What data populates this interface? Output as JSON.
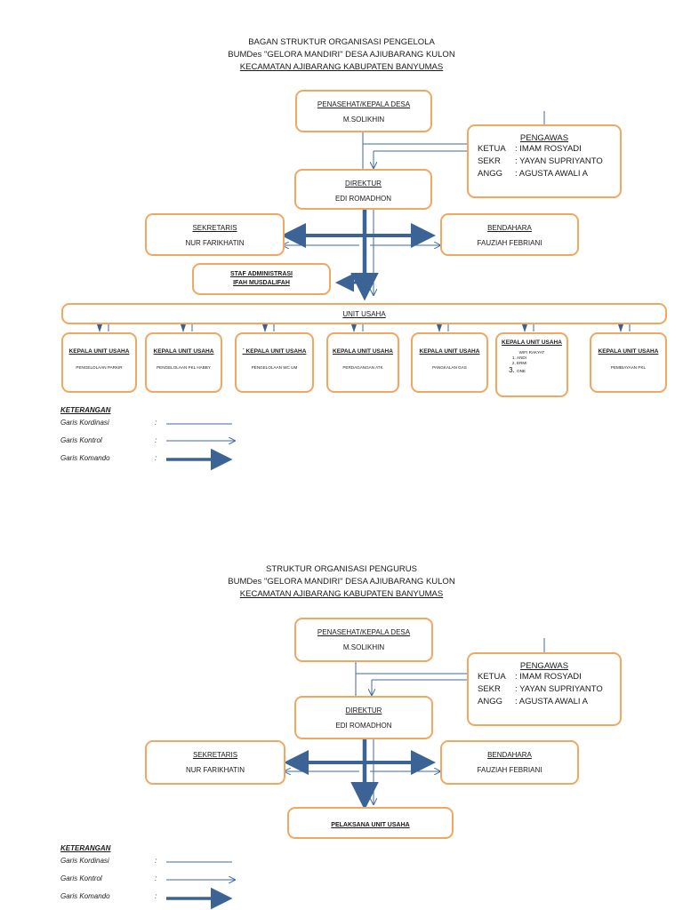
{
  "chart1": {
    "title_line1": "BAGAN STRUKTUR ORGANISASI PENGELOLA",
    "title_line2": "BUMDes  \"GELORA MANDIRI\" DESA AJIUBARANG KULON",
    "title_line3": "KECAMATAN AJIBARANG KABUPATEN BANYUMAS",
    "penasehat": {
      "label": "PENASEHAT/KEPALA DESA",
      "name": "M.SOLIKHIN"
    },
    "pengawas": {
      "label": "PENGAWAS",
      "rows": [
        {
          "key": "KETUA",
          "value": ": IMAM ROSYADI"
        },
        {
          "key": "SEKR",
          "value": ": YAYAN SUPRIYANTO"
        },
        {
          "key": "ANGG",
          "value": ": AGUSTA AWALI A"
        }
      ]
    },
    "direktur": {
      "label": "DIREKTUR",
      "name": "EDI ROMADHON"
    },
    "sekretaris": {
      "label": "SEKRETARIS",
      "name": "NUR FARIKHATIN"
    },
    "bendahara": {
      "label": "BENDAHARA",
      "name": "FAUZIAH FEBRIANI"
    },
    "staf": {
      "label": "STAF ADMINISTRASI",
      "name": "IFAH MUSDALIFAH"
    },
    "unit_usaha": "UNIT USAHA",
    "units": [
      {
        "label": "KEPALA UNIT USAHA",
        "sub": "PENGELOLAAN PARKIR"
      },
      {
        "label": "KEPALA UNIT USAHA",
        "sub": "PENGELOLAAN PKL HABBY"
      },
      {
        "label": "` KEPALA UNIT USAHA",
        "sub": "PENGELOLAAN WC UM"
      },
      {
        "label": "KEPALA UNIT USAHA",
        "sub": "PERDAGANGAN ATK"
      },
      {
        "label": "KEPALA UNIT USAHA",
        "sub": "PANGKALAN GAS"
      },
      {
        "label": "KEPALA UNIT USAHA",
        "sub": "WIFI RAKYAT",
        "list": [
          "ANDI",
          "ERMI",
          "ONE"
        ]
      },
      {
        "label": "KEPALA UNIT USAHA",
        "sub": "PEMBIAYAAN PKL"
      }
    ]
  },
  "chart2": {
    "title_line1": "STRUKTUR ORGANISASI PENGURUS",
    "title_line2": "BUMDes  \"GELORA MANDIRI\" DESA AJIUBARANG KULON",
    "title_line3": "KECAMATAN AJIBARANG KABUPATEN BANYUMAS",
    "penasehat": {
      "label": "PENASEHAT/KEPALA DESA",
      "name": "M.SOLIKHIN"
    },
    "pengawas": {
      "label": "PENGAWAS",
      "rows": [
        {
          "key": "KETUA",
          "value": ": IMAM ROSYADI"
        },
        {
          "key": "SEKR",
          "value": ": YAYAN SUPRIYANTO"
        },
        {
          "key": "ANGG",
          "value": ": AGUSTA AWALI A"
        }
      ]
    },
    "direktur": {
      "label": "DIREKTUR",
      "name": "EDI ROMADHON"
    },
    "sekretaris": {
      "label": "SEKRETARIS",
      "name": "NUR FARIKHATIN"
    },
    "bendahara": {
      "label": "BENDAHARA",
      "name": "FAUZIAH FEBRIANI"
    },
    "pelaksana": "PELAKSANA UNIT USAHA"
  },
  "legend": {
    "heading": "KETERANGAN",
    "items": [
      "Garis Kordinasi",
      "Garis Kontrol",
      "Garis Komando"
    ],
    "colon": ":"
  },
  "colors": {
    "box_border": "#f0a860",
    "line": "#3f6aa6",
    "thick_line": "#3b6396"
  }
}
